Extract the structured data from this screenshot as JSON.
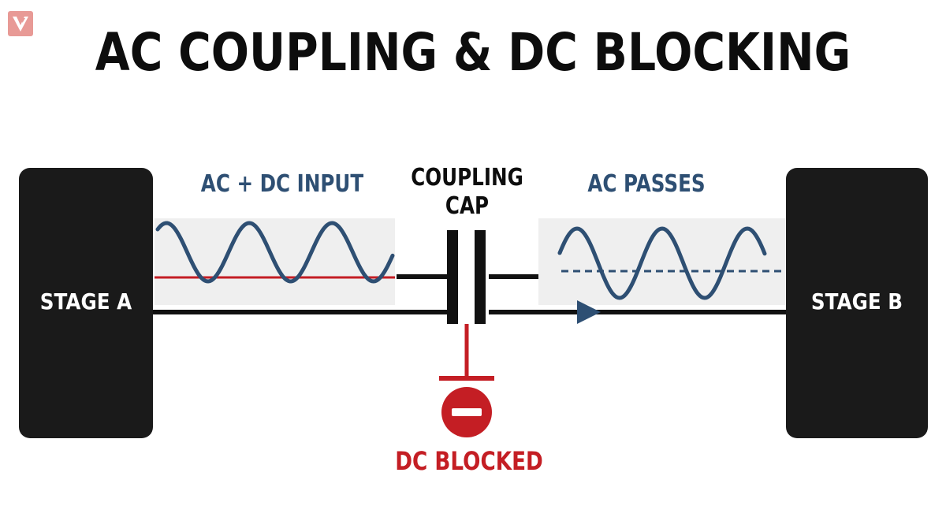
{
  "title": "AC COUPLING & DC BLOCKING",
  "stage_a": {
    "label": "STAGE A"
  },
  "stage_b": {
    "label": "STAGE B"
  },
  "input_signal": {
    "label": "AC + DC INPUT"
  },
  "output_signal": {
    "label": "AC PASSES"
  },
  "capacitor": {
    "label": "COUPLING\nCAP"
  },
  "dc_block": {
    "label": "DC BLOCKED"
  },
  "colors": {
    "wave": "#2e4f73",
    "dc_line": "#c41e24",
    "blocked": "#c41e24",
    "stage_fill": "#1a1a1a",
    "wire": "#111111",
    "panel": "#efefef"
  }
}
